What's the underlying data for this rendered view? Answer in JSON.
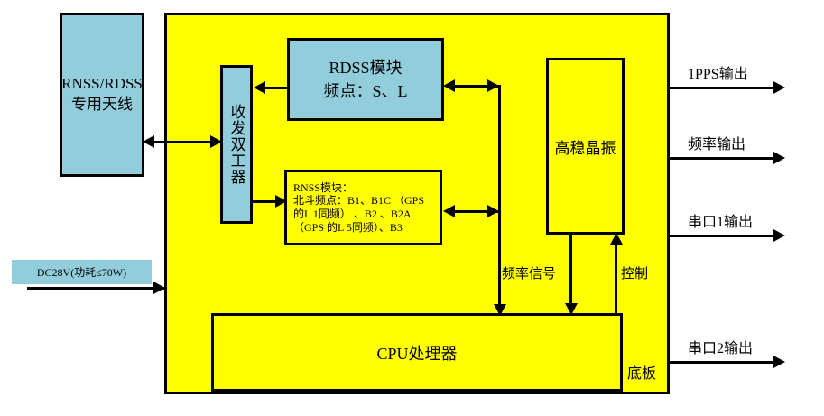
{
  "diagram": {
    "chassis": {
      "name": "equipment-chassis"
    },
    "blocks": {
      "antenna": "RNSS/RDSS\n专用天线",
      "antenna_line1": "RNSS/RDSS",
      "antenna_line2": "专用天线",
      "duplexer": "收发双工器",
      "rdss_line1": "RDSS模块",
      "rdss_line2": "频点：S、L",
      "rnss_line1": "RNSS模块：",
      "rnss_line2": "北斗频点：B1、B1C （GPS",
      "rnss_line3": "的L 1同频） 、B2 、B2A",
      "rnss_line4": "（GPS 的L 5同频）、B3",
      "oscillator": "高稳晶振",
      "cpu": "CPU处理器",
      "baseplate": "底板",
      "power": "DC28V(功耗≤70W)"
    },
    "signal_labels": {
      "frequency_signal": "频率信号",
      "control": "控制"
    },
    "outputs": [
      {
        "label": "1PPS输出"
      },
      {
        "label": "频率输出"
      },
      {
        "label": "串口1输出"
      },
      {
        "label": "串口2输出"
      }
    ],
    "colors": {
      "chassis_fill": "#ffff00",
      "module_fill": "#92cddc",
      "line": "#000000"
    }
  }
}
